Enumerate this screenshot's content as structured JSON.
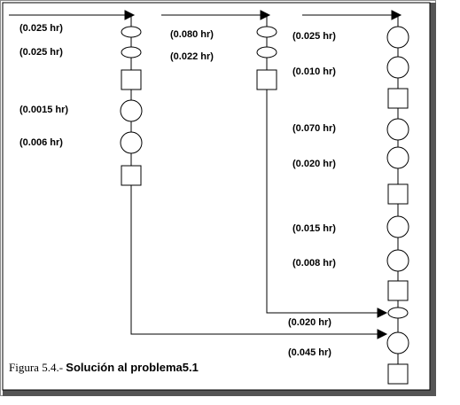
{
  "caption": {
    "prefix": "Figura 5.4.- ",
    "title": "Solución al problema5.1"
  },
  "labels": {
    "col1_0": "(0.025 hr)",
    "col1_1": "(0.025 hr)",
    "col1_2": "(0.0015 hr)",
    "col1_3": "(0.006 hr)",
    "col2_0": "(0.080 hr)",
    "col2_1": "(0.022 hr)",
    "col3_0": "(0.025 hr)",
    "col3_1": "(0.010 hr)",
    "col3_2": "(0.070 hr)",
    "col3_3": "(0.020 hr)",
    "col3_4": "(0.015 hr)",
    "col3_5": "(0.008 hr)",
    "col3_6": "(0.020 hr)",
    "col3_7": "(0.045 hr)"
  },
  "colors": {
    "frame_dark": "#555555",
    "frame_mid": "#8a8a8a",
    "frame_light": "#d0d0d0",
    "ink": "#000000",
    "paper": "#ffffff"
  }
}
